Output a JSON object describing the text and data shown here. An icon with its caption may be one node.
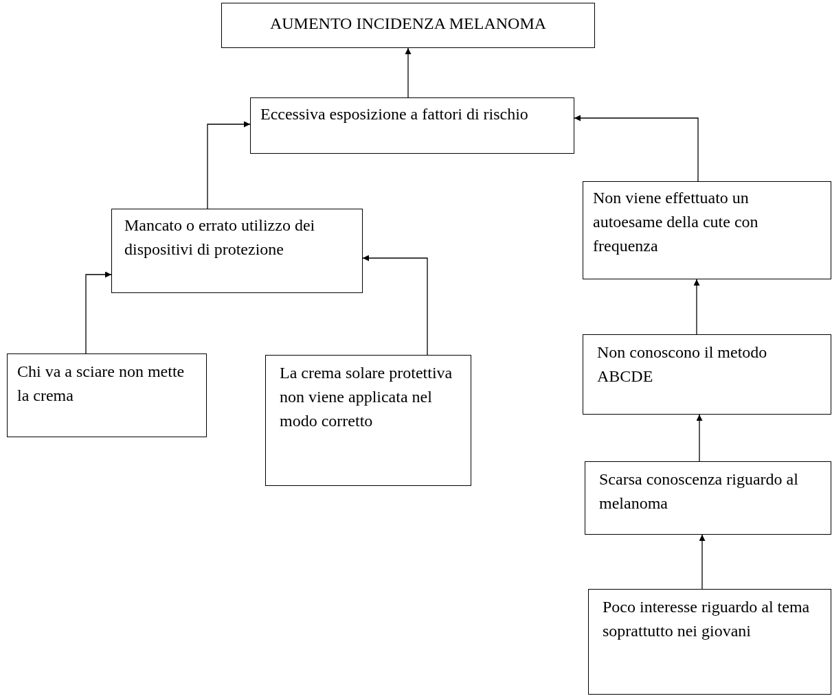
{
  "diagram": {
    "nodes": [
      {
        "text": [
          "AUMENTO INCIDENZA MELANOMA"
        ]
      },
      {
        "text": [
          "Eccessiva esposizione a fattori di rischio"
        ]
      },
      {
        "text": [
          "Mancato o errato utilizzo dei dispositivi di protezione"
        ]
      },
      {
        "text": [
          "Chi va a sciare non mette la crema"
        ]
      },
      {
        "text": [
          "La crema solare protettiva non viene applicata nel modo corretto"
        ]
      },
      {
        "text": [
          "Non viene effettuato un autoesame della cute con frequenza"
        ]
      },
      {
        "text": [
          "Non conoscono il metodo ABCDE"
        ]
      },
      {
        "text": [
          "Scarsa conoscenza riguardo al melanoma"
        ]
      },
      {
        "text": [
          "Poco interesse riguardo al tema soprattutto nei giovani"
        ]
      }
    ],
    "edges": [
      {
        "from": 1,
        "to": 0,
        "arrow": "to"
      },
      {
        "from": 2,
        "to": 1,
        "arrow": "to"
      },
      {
        "from": 3,
        "to": 2,
        "arrow": "to"
      },
      {
        "from": 4,
        "to": 2,
        "arrow": "to"
      },
      {
        "from": 5,
        "to": 1,
        "arrow": "to"
      },
      {
        "from": 6,
        "to": 5,
        "arrow": "to"
      },
      {
        "from": 7,
        "to": 6,
        "arrow": "to"
      },
      {
        "from": 8,
        "to": 7,
        "arrow": "to"
      }
    ]
  }
}
